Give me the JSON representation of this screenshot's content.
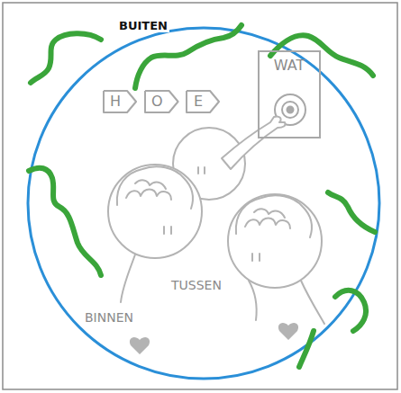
{
  "diagram": {
    "nodes": [
      {
        "text": [
          "H"
        ]
      },
      {
        "text": [
          "O"
        ]
      },
      {
        "text": [
          "E"
        ]
      },
      {
        "text": [
          "WAT"
        ]
      }
    ],
    "labels": [
      "BUITEN",
      "TUSSEN",
      "BINNEN"
    ]
  }
}
